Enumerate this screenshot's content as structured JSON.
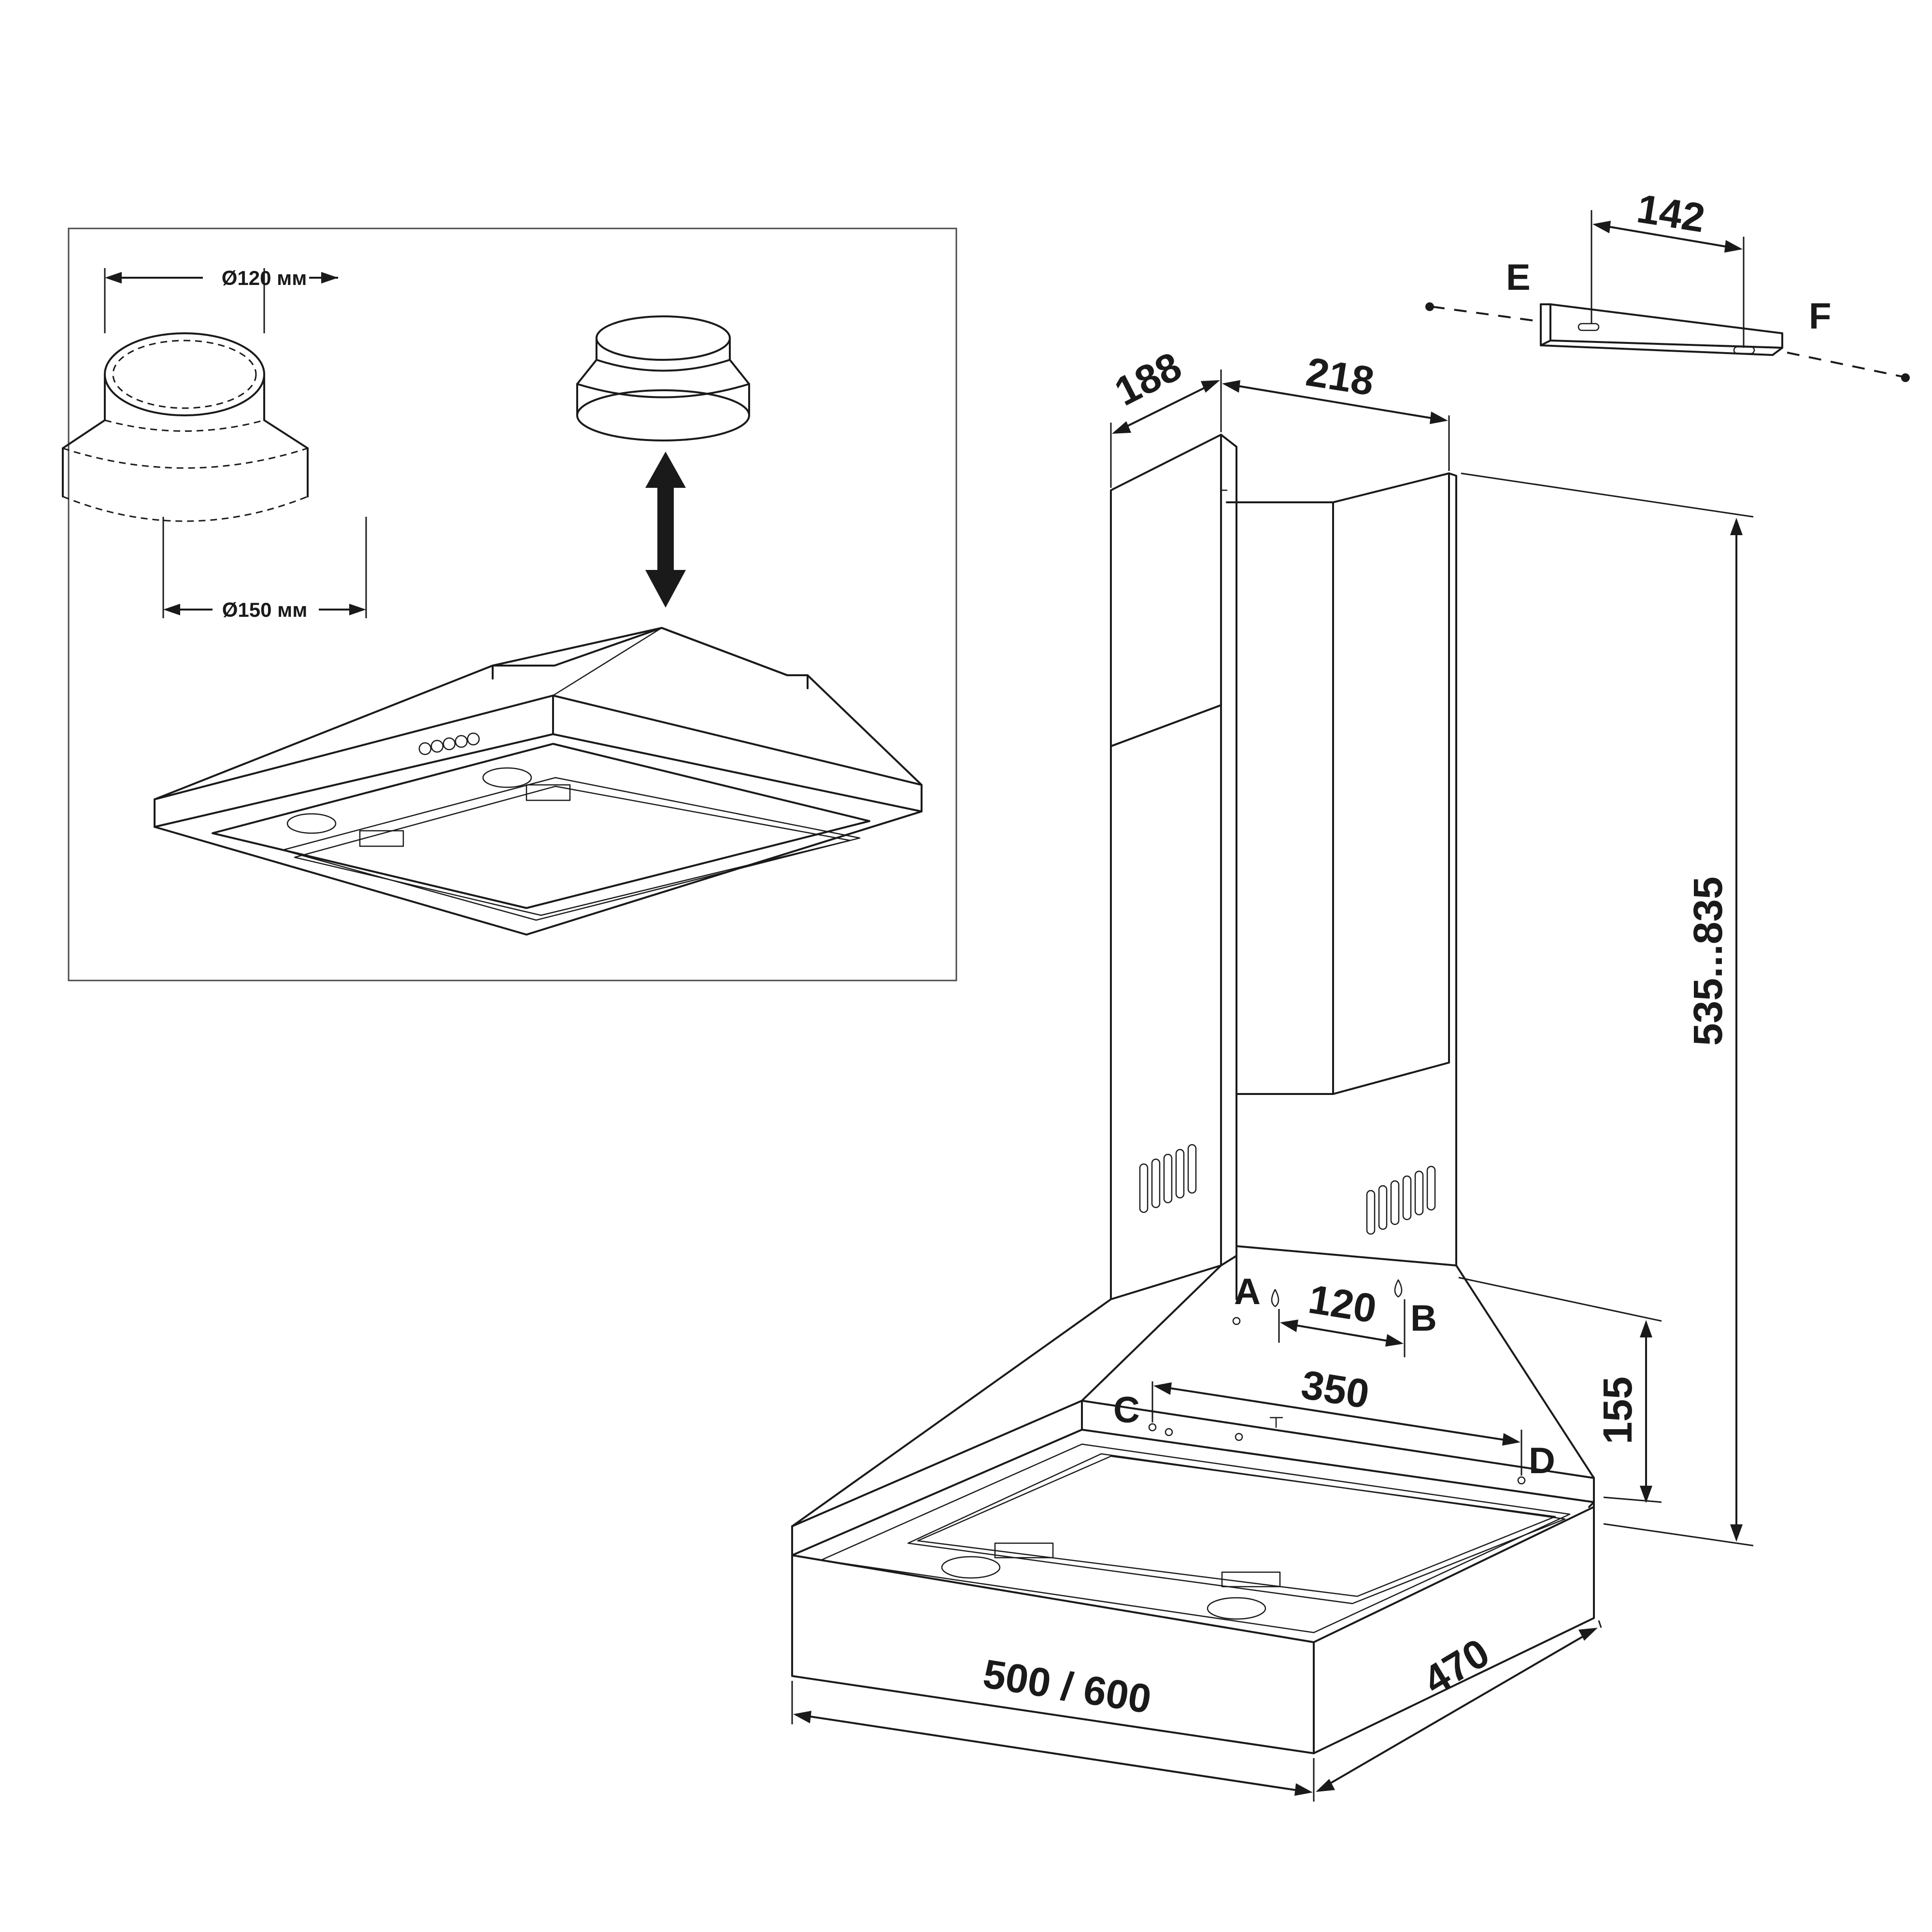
{
  "inset": {
    "adapter_top_diameter": "Ø120 мм",
    "adapter_bottom_diameter": "Ø150 мм"
  },
  "dimensions": {
    "chimney_depth": "188",
    "chimney_width": "218",
    "bracket_hole_spacing": "142",
    "height_range": "535...835",
    "mount_ab_spacing": "120",
    "mount_cd_spacing": "350",
    "mount_height": "155",
    "hood_width": "500 / 600",
    "hood_depth": "470"
  },
  "points": {
    "a": "A",
    "b": "B",
    "c": "C",
    "d": "D",
    "e": "E",
    "f": "F"
  }
}
